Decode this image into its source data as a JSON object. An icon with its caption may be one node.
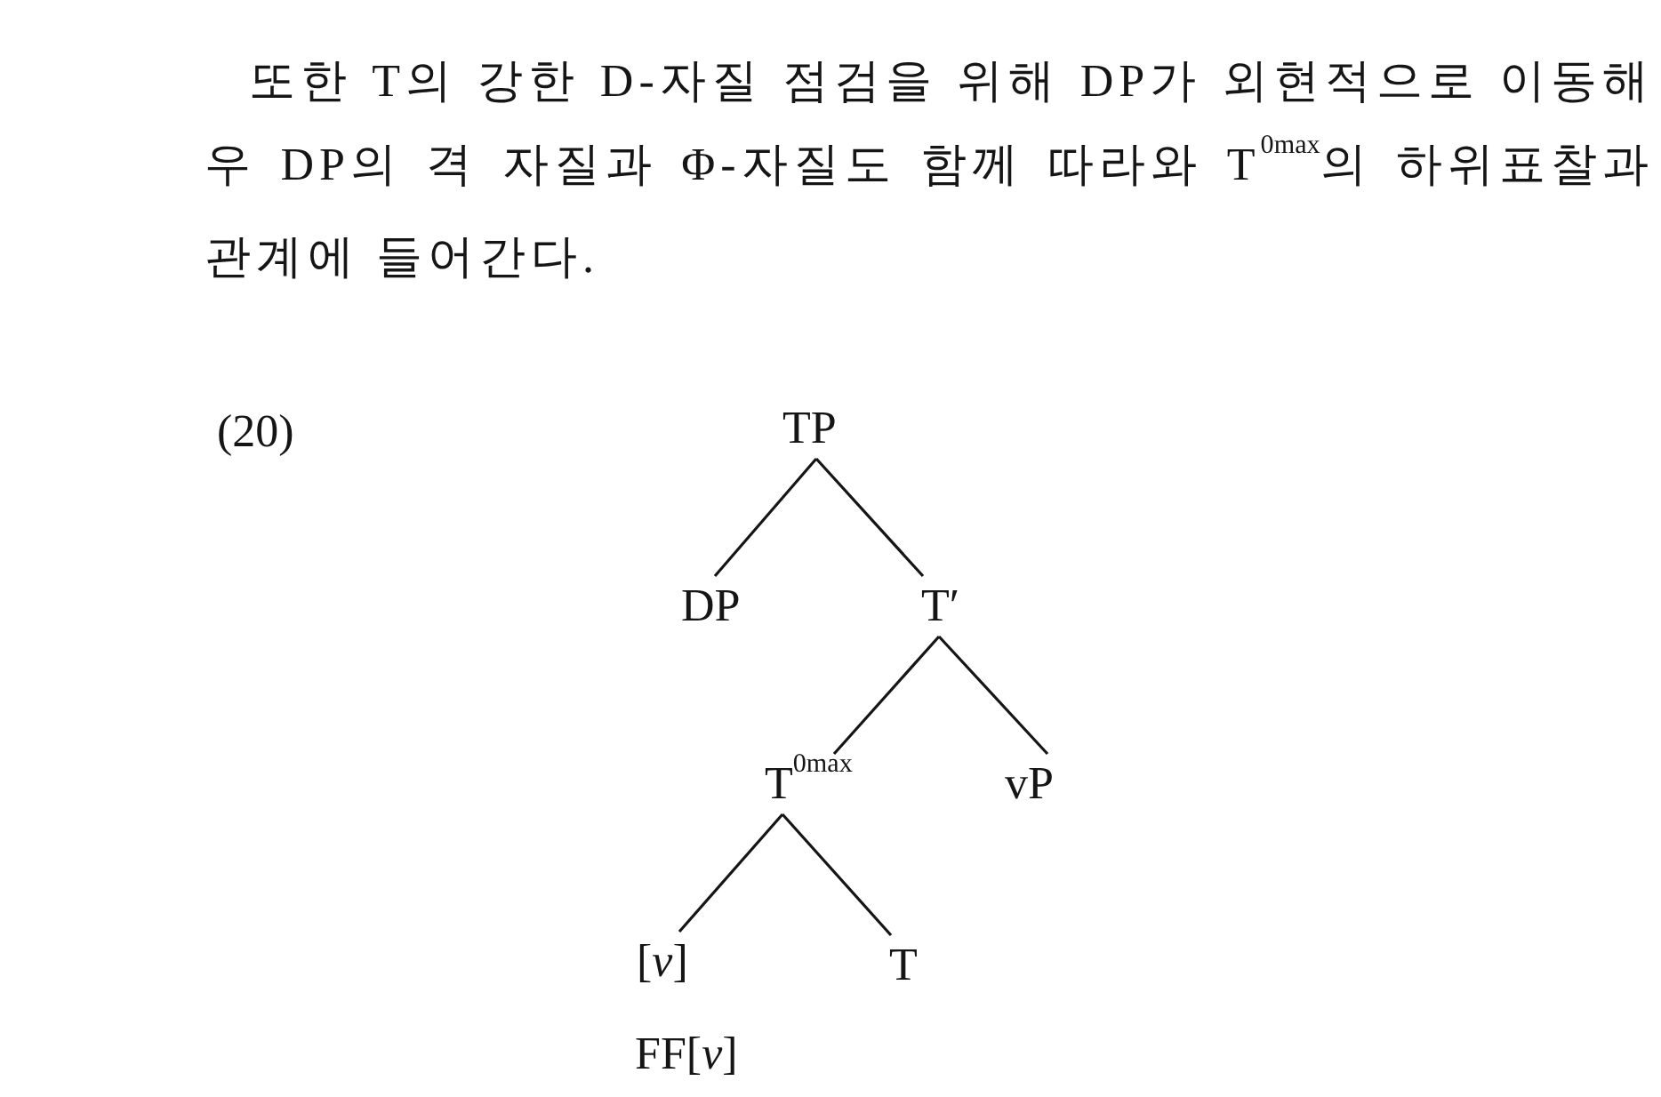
{
  "diagram": {
    "nodes": [
      {
        "text": [
          "TP"
        ]
      },
      {
        "text": [
          "DP"
        ]
      },
      {
        "text": [
          "T′"
        ]
      },
      {
        "text": [
          "T$^{0max}$"
        ]
      },
      {
        "text": [
          "vP"
        ]
      },
      {
        "text": [
          "[*v*]"
        ],
        "beside": [
          "FF[*v*]"
        ]
      },
      {
        "text": [
          "T"
        ]
      }
    ],
    "edges": [
      {
        "from": 0,
        "to": 1,
        "arrow": "none"
      },
      {
        "from": 0,
        "to": 2,
        "arrow": "none"
      },
      {
        "from": 2,
        "to": 3,
        "arrow": "none"
      },
      {
        "from": 2,
        "to": 4,
        "arrow": "none"
      },
      {
        "from": 3,
        "to": 5,
        "arrow": "none"
      },
      {
        "from": 3,
        "to": 6,
        "arrow": "none"
      }
    ],
    "labels": [
      "또한 T의 강한 D-자질 점검을 위해 DP가 외현적으로 이동해 우 DP의 격 자질과 Φ-자질도 함께 따라와 T$^{0max}$의 하위표찰과 관계에 들어간다.",
      "(20)"
    ]
  }
}
